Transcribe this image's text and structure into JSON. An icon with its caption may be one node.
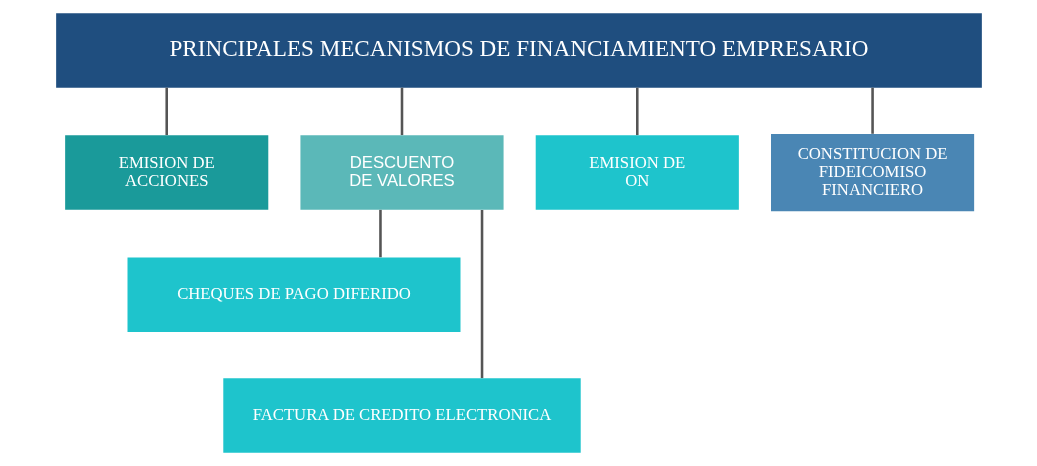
{
  "diagram": {
    "nodes": [
      {
        "text": [
          "PRINCIPALES MECANISMOS DE FINANCIAMIENTO EMPRESARIO"
        ]
      },
      {
        "text": [
          "EMISION DE ACCIONES"
        ]
      },
      {
        "text": [
          "DESCUENTO DE VALORES"
        ]
      },
      {
        "text": [
          "EMISION DE ON"
        ]
      },
      {
        "text": [
          "CONSTITUCION DE FIDEICOMISO FINANCIERO"
        ]
      },
      {
        "text": [
          "CHEQUES DE PAGO DIFERIDO"
        ]
      },
      {
        "text": [
          "FACTURA DE CREDITO ELECTRONICA"
        ]
      }
    ],
    "edges": [
      {
        "from": 0,
        "to": 1,
        "arrow": "none"
      },
      {
        "from": 0,
        "to": 2,
        "arrow": "none"
      },
      {
        "from": 0,
        "to": 3,
        "arrow": "none"
      },
      {
        "from": 0,
        "to": 4,
        "arrow": "none"
      },
      {
        "from": 2,
        "to": 5,
        "arrow": "none"
      },
      {
        "from": 2,
        "to": 6,
        "arrow": "none"
      }
    ]
  }
}
